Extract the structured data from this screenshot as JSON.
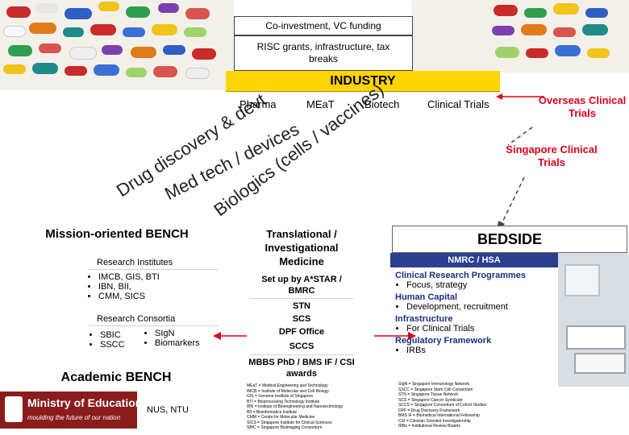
{
  "top_boxes": {
    "funding": "Co-investment, VC funding",
    "grants": "RISC grants, infrastructure, tax breaks"
  },
  "industry": {
    "title": "INDUSTRY",
    "columns": [
      "Pharma",
      "MEaT",
      "Biotech",
      "Clinical Trials"
    ]
  },
  "diagonals": {
    "drug": "Drug discovery & devt",
    "medtech": "Med tech / devices",
    "bio": "Biologics (cells / vaccines)"
  },
  "overseas": "Overseas Clinical Trials",
  "singapore_trials": "Singapore Clinical Trials",
  "bench": {
    "title": "Mission-oriented BENCH",
    "institutes_heading": "Research Institutes",
    "institutes": [
      "IMCB, GIS, BTI",
      "IBN, BII,",
      "CMM, SICS"
    ],
    "consortia_heading": "Research Consortia",
    "consortia_left": [
      "SBIC",
      "SSCC"
    ],
    "consortia_right": [
      "SIgN",
      "Biomarkers"
    ]
  },
  "academic": {
    "title": "Academic BENCH",
    "logo_text": "Ministry of Education",
    "logo_tagline": "moulding the future of our nation",
    "universities": "NUS, NTU"
  },
  "middle": {
    "title": "Translational / Investigational Medicine",
    "setup": "Set up by A*STAR / BMRC",
    "stn": "STN",
    "scs": "SCS",
    "dpf": "DPF Office",
    "sccs": "SCCS",
    "awards": "MBBS PhD / BMS IF / CSI awards",
    "glossary": [
      "MEaT = Medical Engineering and Technology",
      "IMCB = Institute of Molecular and Cell Biology",
      "GIS = Genome Institute of Singapore",
      "BTI = Bioprocessing Technology Institute",
      "IBN = Institute of Bioengineering and Nanotechnology",
      "BII = Bioinformatics Institute",
      "CMM = Centre for Molecular Medicine",
      "SICS = Singapore Institute for Clinical Sciences",
      "SBIC = Singapore Bioimaging Consortium"
    ]
  },
  "bedside": {
    "title": "BEDSIDE",
    "nmrc": "NMRC / HSA",
    "crp_heading": "Clinical Research Programmes",
    "crp_items": [
      "Focus, strategy"
    ],
    "hc_heading": "Human Capital",
    "hc_items": [
      "Development, recruitment"
    ],
    "infra_heading": "Infrastructure",
    "infra_items": [
      "For Clinical Trials"
    ],
    "reg_heading": "Regulatory Framework",
    "reg_items": [
      "IRBs"
    ],
    "glossary": [
      "SIgN = Singapore Immunology Network",
      "SSCC = Singapore Stem Cell Consortium",
      "STN = Singapore Tissue Network",
      "SCS = Singapore Cancer Syndicate",
      "SCCS = Singapore Consortium of Cohort Studies",
      "DPF = Drug Discovery Framework",
      "BMS IF = Biomedical International Fellowship",
      "CSI = Clinician Scientist Investigatorship",
      "IRBs = Institutional Review Boards"
    ]
  },
  "colors": {
    "industry": "#ffd400",
    "red": "#e0001a",
    "nmrc": "#2a3f8f"
  }
}
